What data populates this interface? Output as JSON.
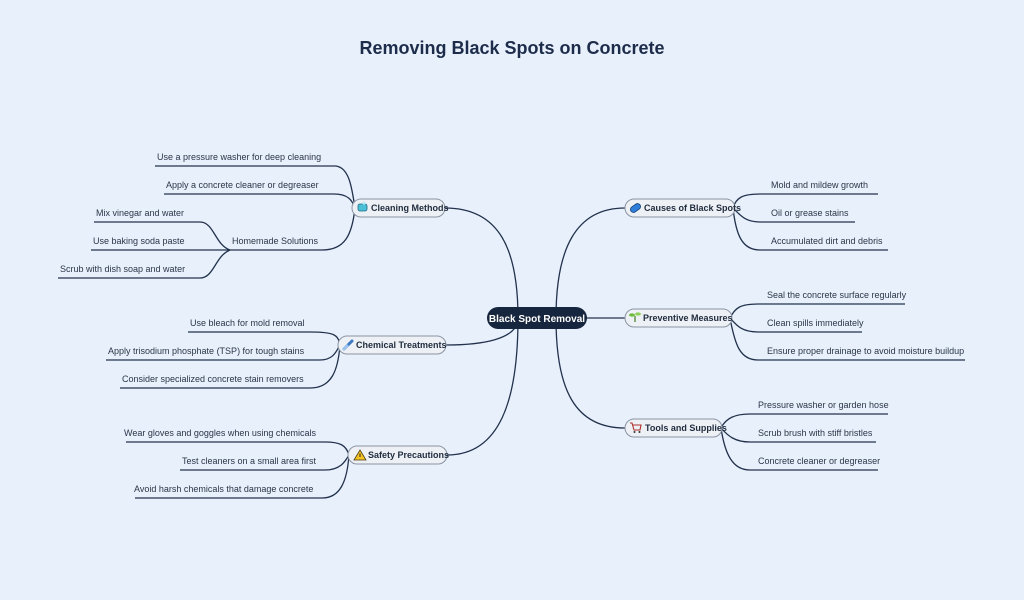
{
  "title": "Removing Black Spots on Concrete",
  "center": "Black Spot Removal",
  "branches": {
    "cleaning": {
      "label": "Cleaning Methods",
      "icon": "soap-icon",
      "leaves": [
        "Use a pressure washer for deep cleaning",
        "Apply a concrete cleaner or degreaser"
      ],
      "sub_label": "Homemade Solutions",
      "sub_leaves": [
        "Mix vinegar and water",
        "Use baking soda paste",
        "Scrub with dish soap and water"
      ]
    },
    "chemical": {
      "label": "Chemical Treatments",
      "icon": "test-tube-icon",
      "leaves": [
        "Use bleach for mold removal",
        "Apply trisodium phosphate (TSP) for tough stains",
        "Consider specialized concrete stain removers"
      ]
    },
    "safety": {
      "label": "Safety Precautions",
      "icon": "warning-icon",
      "leaves": [
        "Wear gloves and goggles when using chemicals",
        "Test cleaners on a small area first",
        "Avoid harsh chemicals that damage concrete"
      ]
    },
    "causes": {
      "label": "Causes of Black Spots",
      "icon": "pill-icon",
      "leaves": [
        "Mold and mildew growth",
        "Oil or grease stains",
        "Accumulated dirt and debris"
      ]
    },
    "preventive": {
      "label": "Preventive Measures",
      "icon": "sprout-icon",
      "leaves": [
        "Seal the concrete surface regularly",
        "Clean spills immediately",
        "Ensure proper drainage to avoid moisture buildup"
      ]
    },
    "tools": {
      "label": "Tools and Supplies",
      "icon": "cart-icon",
      "leaves": [
        "Pressure washer or garden hose",
        "Scrub brush with stiff bristles",
        "Concrete cleaner or degreaser"
      ]
    }
  },
  "colors": {
    "background": "#e8f0fb",
    "center_fill": "#17263f",
    "line": "#22324d",
    "branch_fill": "#edf1f6"
  }
}
